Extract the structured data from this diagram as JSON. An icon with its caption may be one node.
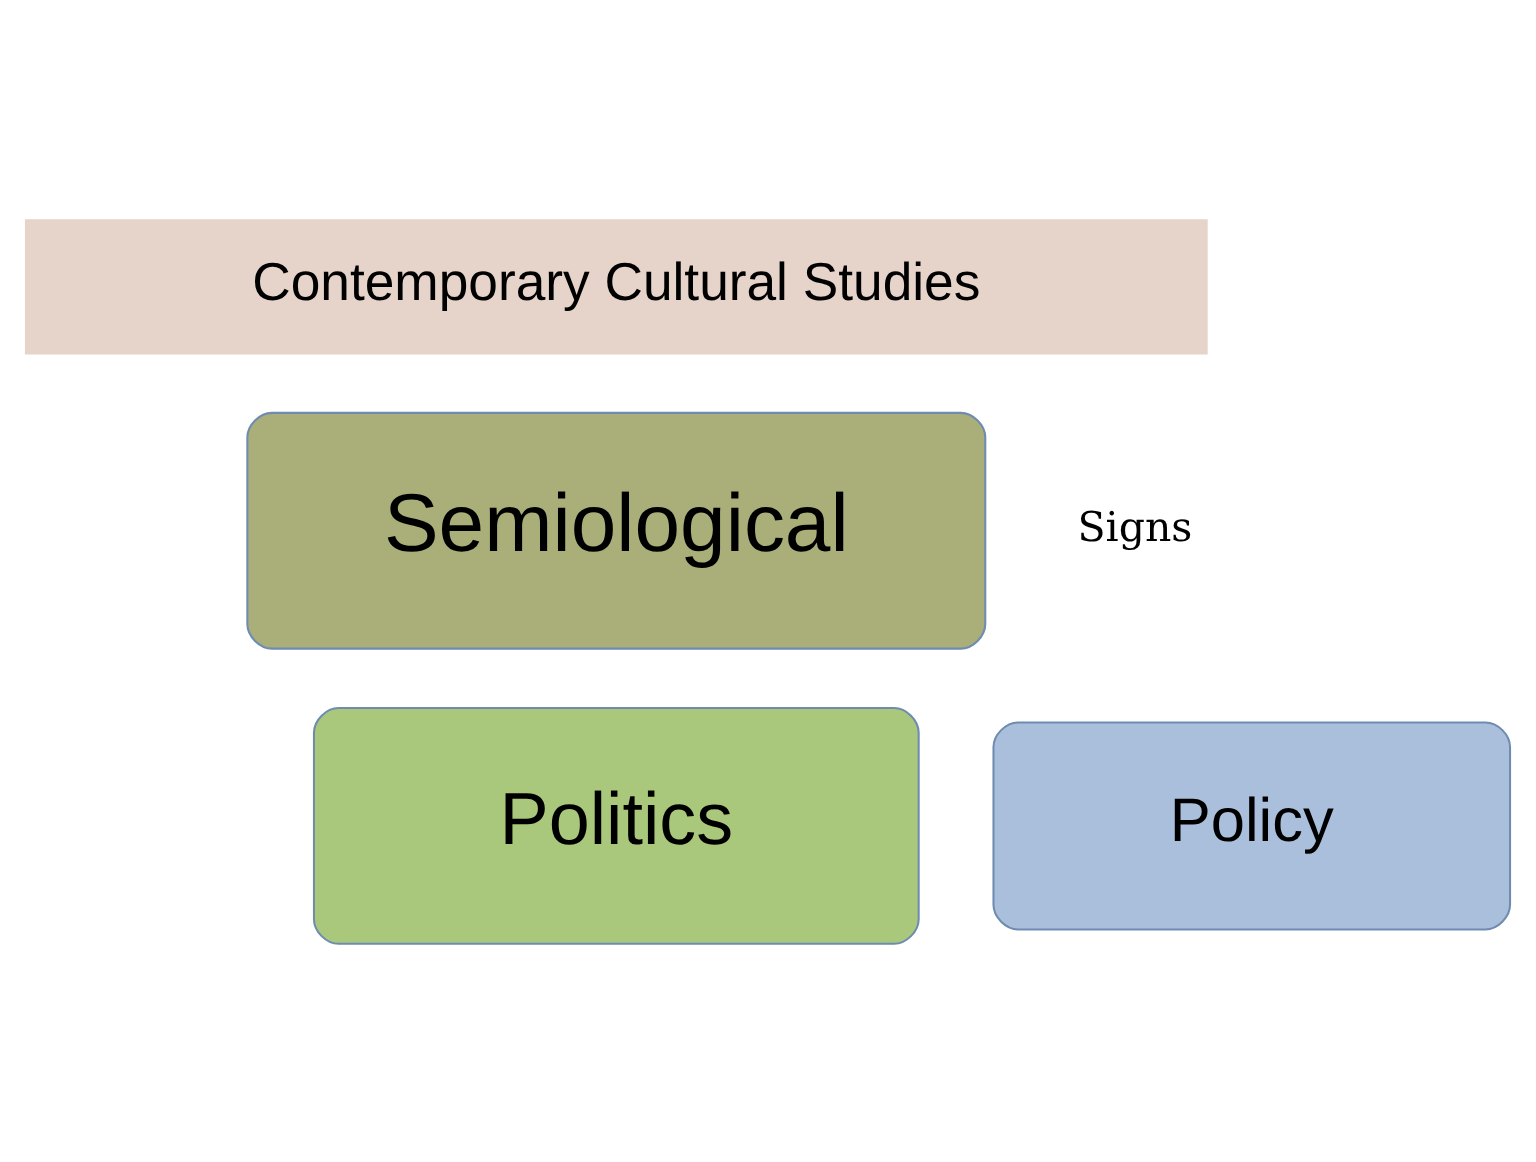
{
  "diagram": {
    "nodes": [
      {
        "text": [
          "Contemporary Cultural Studies"
        ]
      },
      {
        "text": [
          "Semiological"
        ]
      },
      {
        "text": [
          "Politics"
        ]
      },
      {
        "text": [
          "Policy"
        ]
      }
    ],
    "labels": [
      "Signs"
    ]
  }
}
